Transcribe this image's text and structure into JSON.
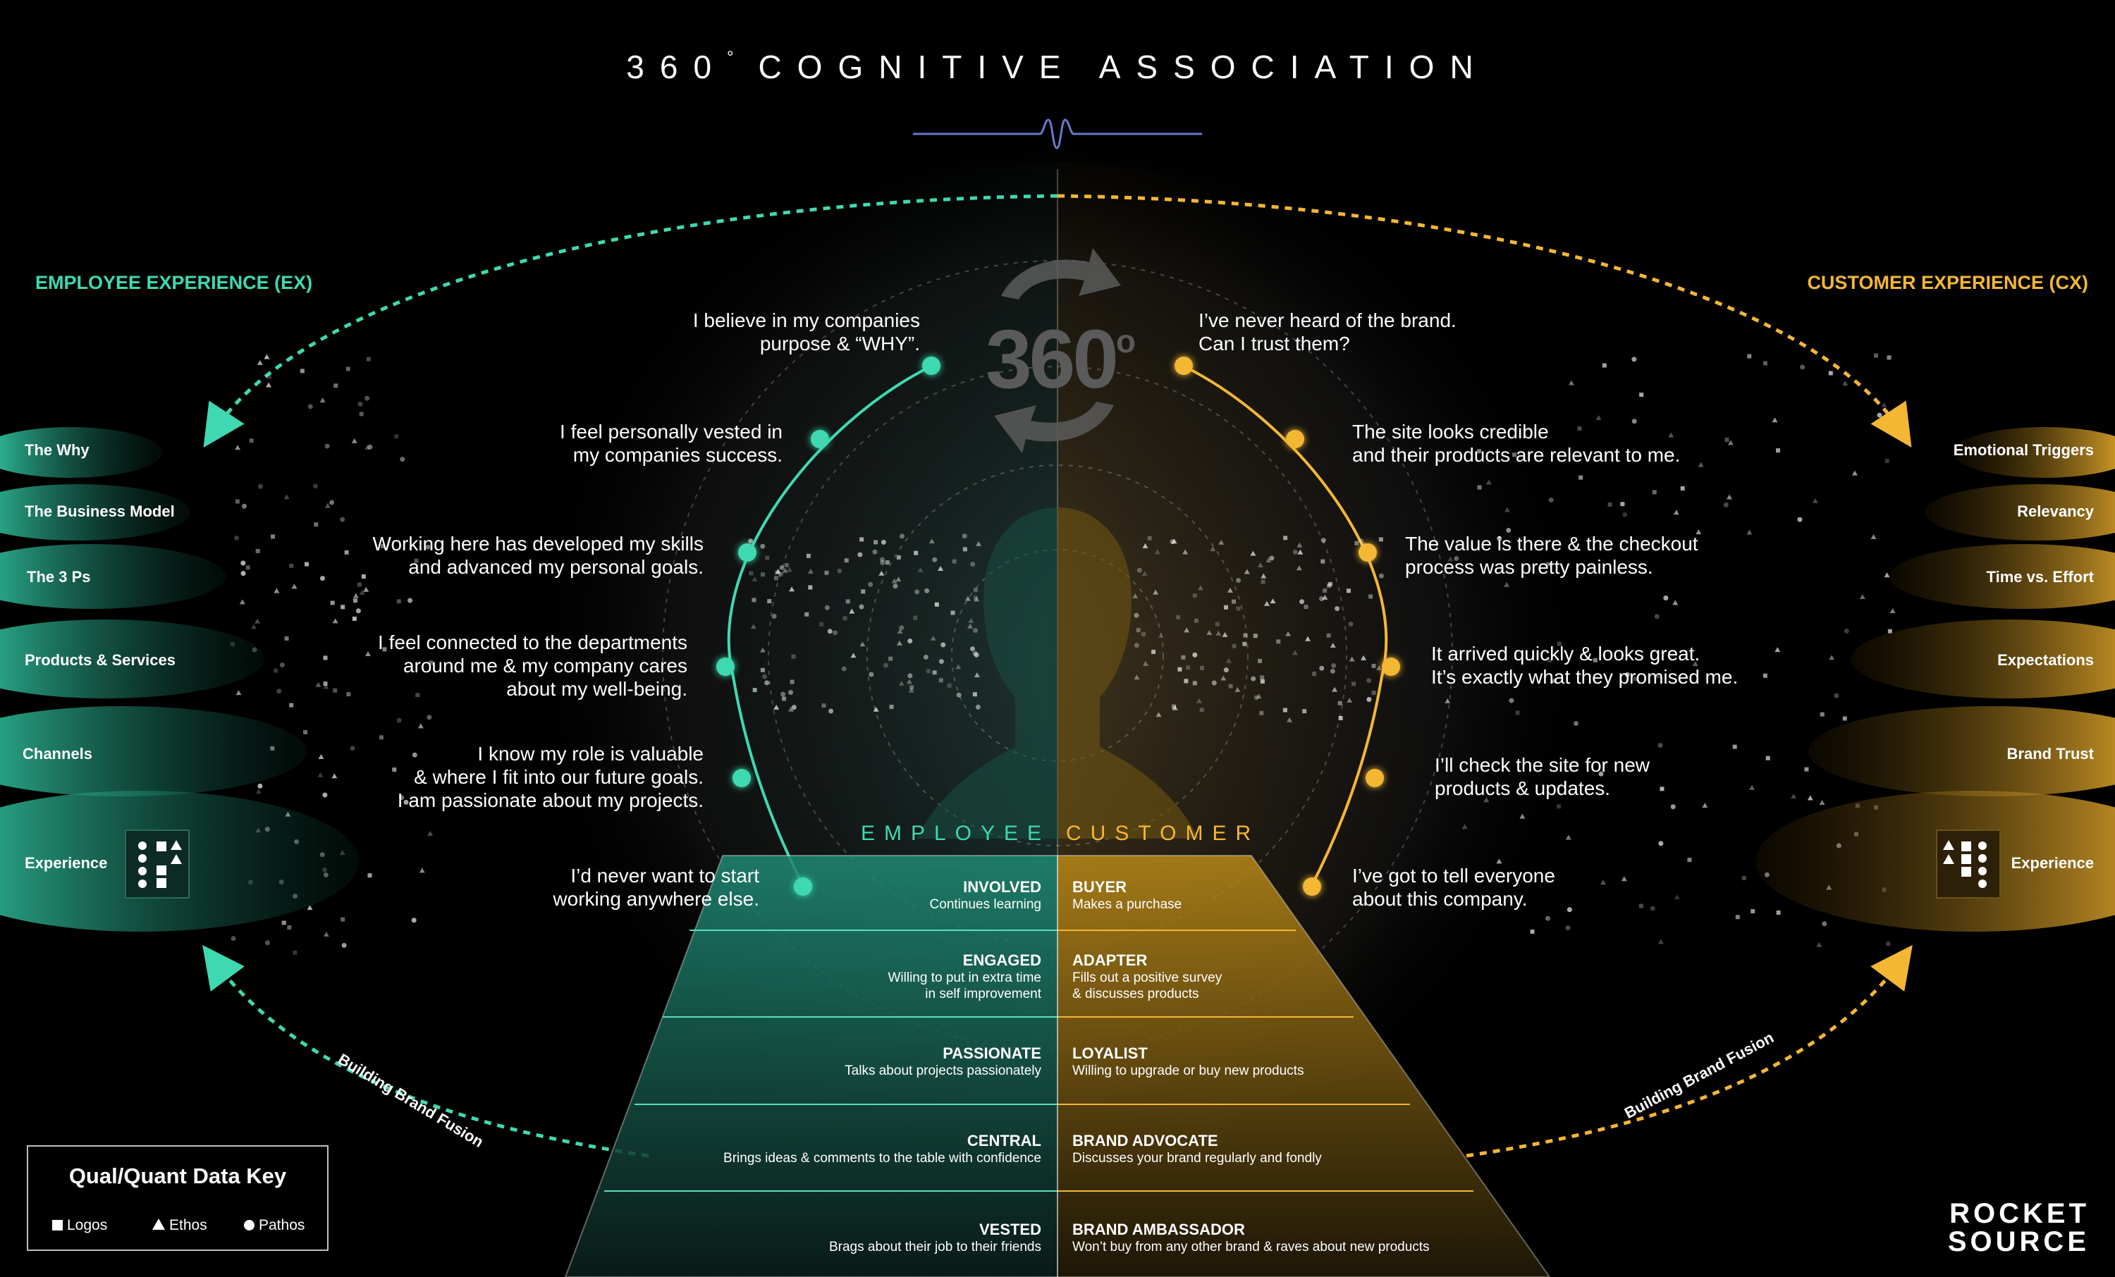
{
  "title": {
    "main": "360",
    "degree": "°",
    "rest": "COGNITIVE ASSOCIATION"
  },
  "colors": {
    "ex": "#3fd9b1",
    "cx": "#f4b734",
    "background": "#000000"
  },
  "sections": {
    "ex_title": "EMPLOYEE EXPERIENCE (EX)",
    "cx_title": "CUSTOMER EXPERIENCE (CX)"
  },
  "center_badge": {
    "text": "360",
    "degree": "o"
  },
  "ex_discs": [
    "The Why",
    "The Business Model",
    "The 3 Ps",
    "Products & Services",
    "Channels",
    "Experience"
  ],
  "cx_discs": [
    "Emotional Triggers",
    "Relevancy",
    "Time vs. Effort",
    "Expectations",
    "Brand Trust",
    "Experience"
  ],
  "ex_statements": [
    [
      "I believe in my companies",
      "purpose & “WHY”."
    ],
    [
      "I feel personally vested in",
      "my companies success."
    ],
    [
      "Working here has developed my skills",
      "and advanced my personal goals."
    ],
    [
      "I feel connected to the departments",
      "around me & my company cares",
      "about my well-being."
    ],
    [
      "I know my role is valuable",
      "& where I fit into our future goals.",
      "I am passionate about my projects."
    ],
    [
      "I’d never want to start",
      "working anywhere else."
    ]
  ],
  "cx_statements": [
    [
      "I’ve never heard of the brand.",
      "Can I trust them?"
    ],
    [
      "The site looks credible",
      "and their products are relevant to me."
    ],
    [
      "The value is there & the checkout",
      "process was pretty painless."
    ],
    [
      "It arrived quickly & looks great.",
      "It’s exactly what they promised me."
    ],
    [
      "I’ll check the site for new",
      "products & updates."
    ],
    [
      "I’ve got to tell everyone",
      "about this company."
    ]
  ],
  "pyramid": {
    "employee_label": "EMPLOYEE",
    "customer_label": "CUSTOMER",
    "employee": [
      {
        "title": "INVOLVED",
        "desc": [
          "Continues learning"
        ]
      },
      {
        "title": "ENGAGED",
        "desc": [
          "Willing to put in extra time",
          "in self improvement"
        ]
      },
      {
        "title": "PASSIONATE",
        "desc": [
          "Talks about projects passionately"
        ]
      },
      {
        "title": "CENTRAL",
        "desc": [
          "Brings ideas & comments to the table with confidence"
        ]
      },
      {
        "title": "VESTED",
        "desc": [
          "Brags about their job to their friends"
        ]
      }
    ],
    "customer": [
      {
        "title": "BUYER",
        "desc": [
          "Makes a purchase"
        ]
      },
      {
        "title": "ADAPTER",
        "desc": [
          "Fills out a positive survey",
          "& discusses products"
        ]
      },
      {
        "title": "LOYALIST",
        "desc": [
          "Willing to upgrade or buy new products"
        ]
      },
      {
        "title": "BRAND ADVOCATE",
        "desc": [
          "Discusses your brand regularly and fondly"
        ]
      },
      {
        "title": "BRAND AMBASSADOR",
        "desc": [
          "Won’t buy from any other brand & raves about new products"
        ]
      }
    ]
  },
  "fusion": {
    "left": "Building Brand Fusion",
    "right": "Building Brand Fusion"
  },
  "key": {
    "title": "Qual/Quant Data Key",
    "items": [
      "Logos",
      "Ethos",
      "Pathos"
    ]
  },
  "brand": {
    "line1": "ROCKET",
    "line2": "SOURCE"
  }
}
